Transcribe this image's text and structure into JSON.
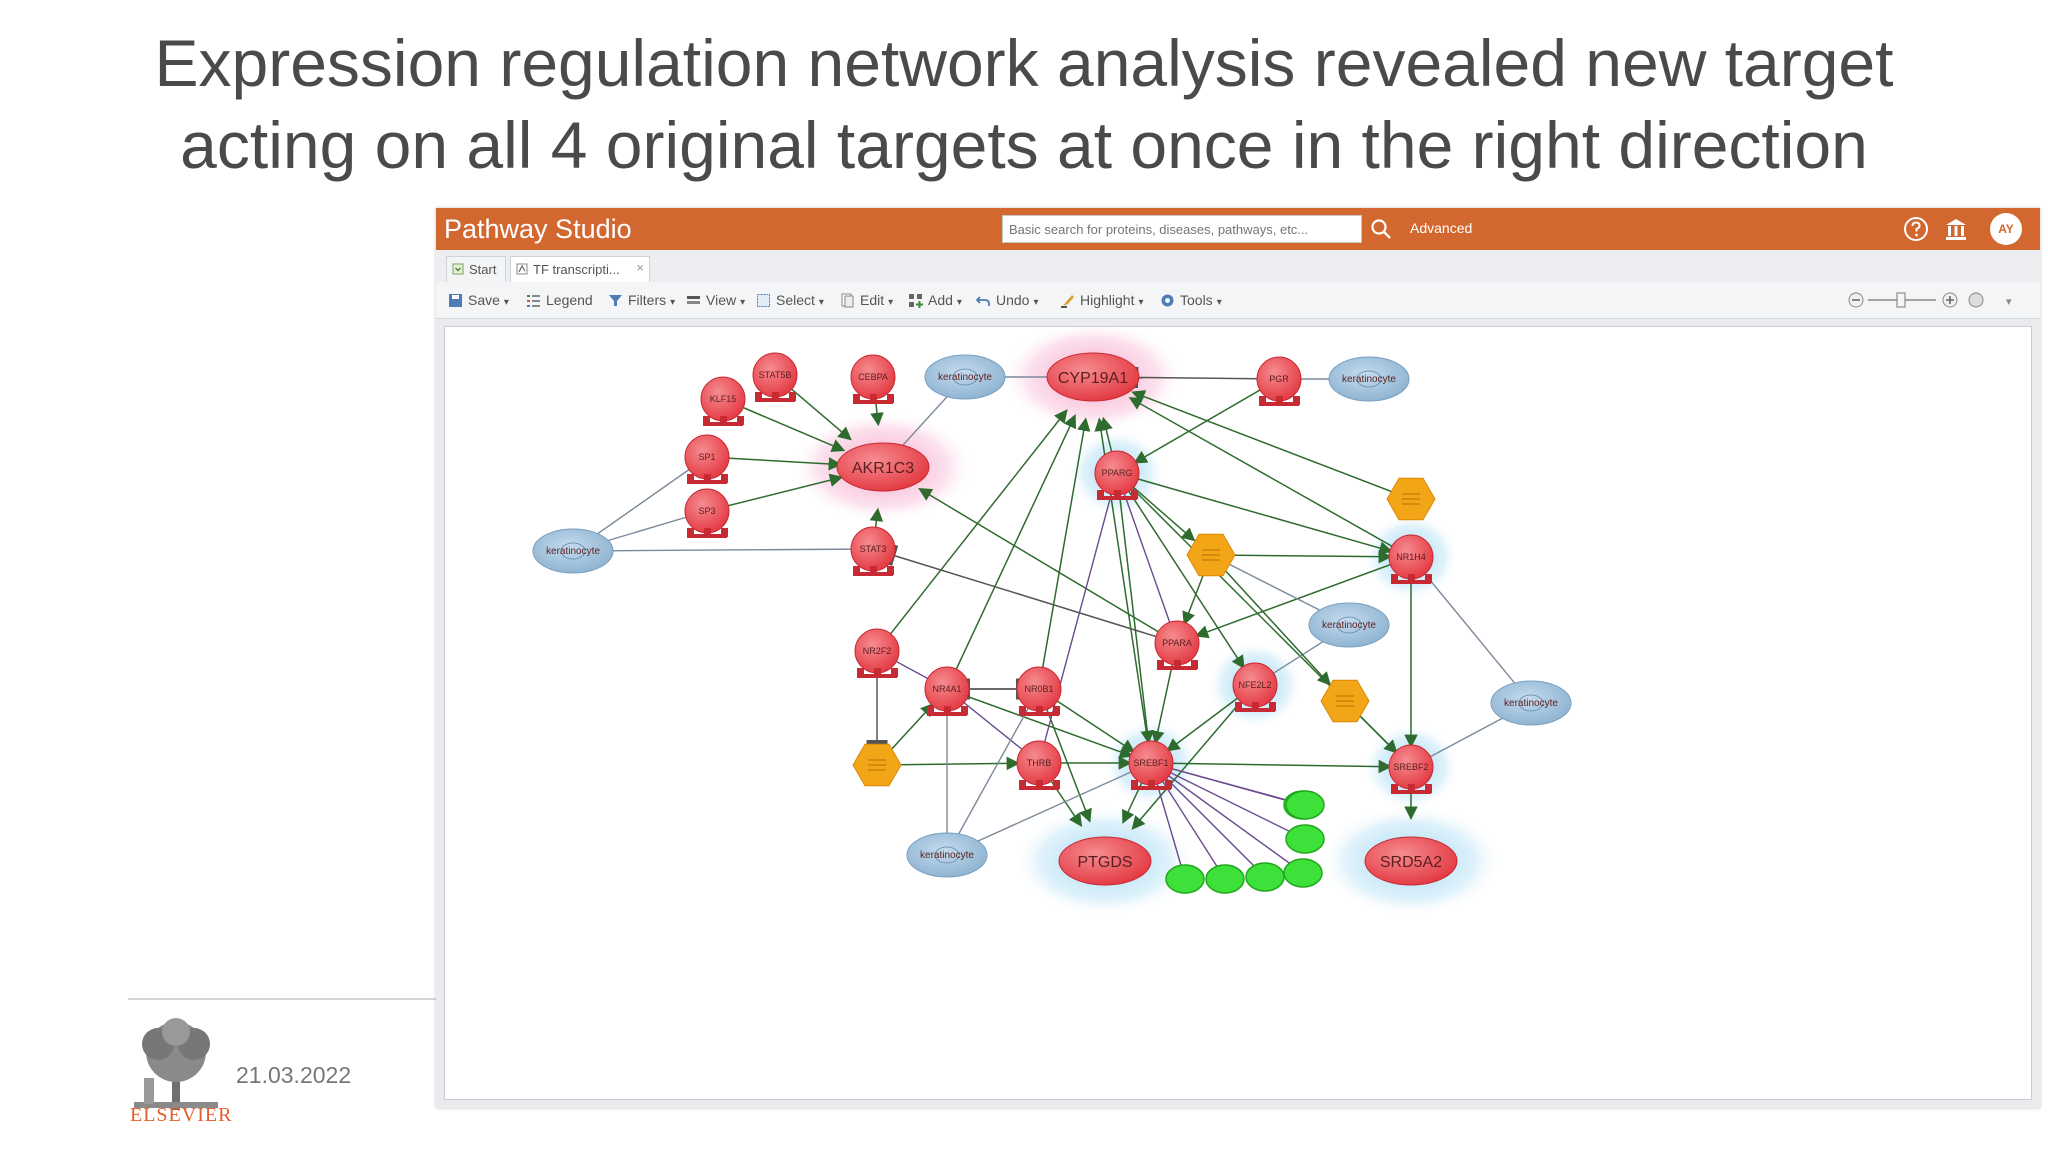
{
  "slide": {
    "title_line1": "Expression regulation network analysis revealed new target",
    "title_line2": "acting on all 4 original targets at once in the right direction",
    "date": "21.03.2022",
    "logo_text": "ELSEVIER"
  },
  "app": {
    "brand": "Pathway Studio",
    "search_placeholder": "Basic search for proteins, diseases, pathways, etc...",
    "advanced_label": "Advanced",
    "avatar_initials": "AY",
    "tabs": [
      {
        "label": "Start",
        "icon": "home-icon"
      },
      {
        "label": "TF transcripti...",
        "icon": "network-icon",
        "close": "×"
      }
    ],
    "toolbar": [
      {
        "label": "Save",
        "icon": "save-icon"
      },
      {
        "label": "Legend",
        "icon": "legend-icon"
      },
      {
        "label": "Filters",
        "icon": "filter-icon"
      },
      {
        "label": "View",
        "icon": "view-icon"
      },
      {
        "label": "Select",
        "icon": "select-icon"
      },
      {
        "label": "Edit",
        "icon": "edit-icon"
      },
      {
        "label": "Add",
        "icon": "add-icon"
      },
      {
        "label": "Undo",
        "icon": "undo-icon"
      },
      {
        "label": "Highlight",
        "icon": "highlight-icon"
      },
      {
        "label": "Tools",
        "icon": "tools-icon"
      }
    ],
    "header_icons": [
      "help-icon",
      "library-icon"
    ]
  },
  "network": {
    "colors": {
      "protein": "#e8474f",
      "protein_stroke": "#c82a33",
      "cell": "#8fb3d1",
      "small": "#f2a516",
      "green": "#3ee03a",
      "edge": "#2e6b2e",
      "edge_purple": "#6b4a8f",
      "edge_gray": "#7b8a9a",
      "glow_pink": "#f5a6c8",
      "glow_blue": "#a9d9f2"
    },
    "nodes": [
      {
        "id": "STAT5B",
        "label": "STAT5B",
        "kind": "protein"
      },
      {
        "id": "KLF15",
        "label": "KLF15",
        "kind": "protein"
      },
      {
        "id": "CEBPA",
        "label": "CEBPA",
        "kind": "protein"
      },
      {
        "id": "SP1",
        "label": "SP1",
        "kind": "protein"
      },
      {
        "id": "SP3",
        "label": "SP3",
        "kind": "protein"
      },
      {
        "id": "AKR1C3",
        "label": "AKR1C3",
        "kind": "target",
        "glow": "pink"
      },
      {
        "id": "STAT3",
        "label": "STAT3",
        "kind": "protein"
      },
      {
        "id": "CYP19A1",
        "label": "CYP19A1",
        "kind": "target",
        "glow": "pink"
      },
      {
        "id": "PGR",
        "label": "PGR",
        "kind": "protein"
      },
      {
        "id": "PPARG",
        "label": "PPARG",
        "kind": "protein",
        "glow": "blue"
      },
      {
        "id": "NR1H4",
        "label": "NR1H4",
        "kind": "protein",
        "glow": "blue"
      },
      {
        "id": "PPARA",
        "label": "PPARA",
        "kind": "protein"
      },
      {
        "id": "NR2F2",
        "label": "NR2F2",
        "kind": "protein"
      },
      {
        "id": "NR4A1",
        "label": "NR4A1",
        "kind": "protein"
      },
      {
        "id": "NR0B1",
        "label": "NR0B1",
        "kind": "protein"
      },
      {
        "id": "NFE2L2",
        "label": "NFE2L2",
        "kind": "protein",
        "glow": "blue"
      },
      {
        "id": "SREBF1",
        "label": "SREBF1",
        "kind": "protein",
        "glow": "blue"
      },
      {
        "id": "SREBF2",
        "label": "SREBF2",
        "kind": "protein",
        "glow": "blue"
      },
      {
        "id": "THRB",
        "label": "THRB",
        "kind": "protein"
      },
      {
        "id": "PTGDS",
        "label": "PTGDS",
        "kind": "target",
        "glow": "blue"
      },
      {
        "id": "SRD5A2",
        "label": "SRD5A2",
        "kind": "target",
        "glow": "blue"
      },
      {
        "id": "KC1",
        "label": "keratinocyte",
        "kind": "cell"
      },
      {
        "id": "KC2",
        "label": "keratinocyte",
        "kind": "cell"
      },
      {
        "id": "KC3",
        "label": "keratinocyte",
        "kind": "cell"
      },
      {
        "id": "KC4",
        "label": "keratinocyte",
        "kind": "cell"
      },
      {
        "id": "KC5",
        "label": "keratinocyte",
        "kind": "cell"
      },
      {
        "id": "KC6",
        "label": "keratinocyte",
        "kind": "cell"
      },
      {
        "id": "SM1",
        "label": "",
        "kind": "small"
      },
      {
        "id": "SM2",
        "label": "",
        "kind": "small"
      },
      {
        "id": "SM3",
        "label": "",
        "kind": "small"
      },
      {
        "id": "SM4",
        "label": "",
        "kind": "small"
      },
      {
        "id": "G1",
        "label": "",
        "kind": "green"
      },
      {
        "id": "G2",
        "label": "",
        "kind": "green"
      },
      {
        "id": "G3",
        "label": "",
        "kind": "green"
      },
      {
        "id": "G4",
        "label": "",
        "kind": "green"
      },
      {
        "id": "G5",
        "label": "",
        "kind": "green"
      },
      {
        "id": "G6",
        "label": "",
        "kind": "green"
      },
      {
        "id": "G7",
        "label": "",
        "kind": "green"
      }
    ],
    "edges": [
      [
        "STAT5B",
        "AKR1C3",
        "act"
      ],
      [
        "KLF15",
        "AKR1C3",
        "act"
      ],
      [
        "CEBPA",
        "AKR1C3",
        "act"
      ],
      [
        "SP1",
        "AKR1C3",
        "act"
      ],
      [
        "SP3",
        "AKR1C3",
        "act"
      ],
      [
        "STAT3",
        "AKR1C3",
        "act"
      ],
      [
        "KC1",
        "SP1",
        "line"
      ],
      [
        "KC1",
        "SP3",
        "line"
      ],
      [
        "KC1",
        "STAT3",
        "line"
      ],
      [
        "KC2",
        "AKR1C3",
        "line"
      ],
      [
        "KC2",
        "CYP19A1",
        "line"
      ],
      [
        "PGR",
        "CYP19A1",
        "inh"
      ],
      [
        "KC3",
        "PGR",
        "line"
      ],
      [
        "PGR",
        "PPARG",
        "act"
      ],
      [
        "PPARG",
        "CYP19A1",
        "act"
      ],
      [
        "NR1H4",
        "CYP19A1",
        "act"
      ],
      [
        "SM1",
        "CYP19A1",
        "act"
      ],
      [
        "NR2F2",
        "CYP19A1",
        "act"
      ],
      [
        "NR4A1",
        "CYP19A1",
        "act"
      ],
      [
        "NR0B1",
        "CYP19A1",
        "act"
      ],
      [
        "SREBF1",
        "CYP19A1",
        "act"
      ],
      [
        "PPARA",
        "AKR1C3",
        "act"
      ],
      [
        "PPARA",
        "STAT3",
        "inh"
      ],
      [
        "PPARG",
        "NR1H4",
        "act"
      ],
      [
        "SM2",
        "NR1H4",
        "act"
      ],
      [
        "PPARG",
        "SM2",
        "act"
      ],
      [
        "PPARG",
        "SREBF1",
        "act"
      ],
      [
        "PPARG",
        "NFE2L2",
        "act"
      ],
      [
        "PPARG",
        "SREBF2",
        "act"
      ],
      [
        "PPARG",
        "PPARA",
        "line"
      ],
      [
        "NR1H4",
        "SREBF2",
        "act"
      ],
      [
        "NR1H4",
        "PPARA",
        "act"
      ],
      [
        "NR1H4",
        "KC6",
        "line"
      ],
      [
        "KC4",
        "SM2",
        "line"
      ],
      [
        "KC4",
        "NFE2L2",
        "line"
      ],
      [
        "SM2",
        "PPARA",
        "act"
      ],
      [
        "SM2",
        "SM3",
        "act"
      ],
      [
        "PPARA",
        "SREBF1",
        "act"
      ],
      [
        "NFE2L2",
        "SREBF1",
        "act"
      ],
      [
        "NFE2L2",
        "PTGDS",
        "act"
      ],
      [
        "SM3",
        "SREBF2",
        "act"
      ],
      [
        "KC6",
        "SREBF2",
        "line"
      ],
      [
        "SREBF2",
        "SRD5A2",
        "act"
      ],
      [
        "SREBF1",
        "SREBF2",
        "act"
      ],
      [
        "SREBF1",
        "PTGDS",
        "act"
      ],
      [
        "NR2F2",
        "NR4A1",
        "line"
      ],
      [
        "NR2F2",
        "SM4",
        "inh"
      ],
      [
        "SM4",
        "NR4A1",
        "act"
      ],
      [
        "SM4",
        "THRB",
        "act"
      ],
      [
        "NR4A1",
        "NR0B1",
        "inh"
      ],
      [
        "NR0B1",
        "NR4A1",
        "inh"
      ],
      [
        "NR4A1",
        "SREBF1",
        "act"
      ],
      [
        "NR0B1",
        "SREBF1",
        "act"
      ],
      [
        "NR4A1",
        "THRB",
        "line"
      ],
      [
        "THRB",
        "SREBF1",
        "act"
      ],
      [
        "THRB",
        "PTGDS",
        "act"
      ],
      [
        "NR0B1",
        "PTGDS",
        "act"
      ],
      [
        "KC5",
        "NR4A1",
        "line"
      ],
      [
        "KC5",
        "SREBF1",
        "line"
      ],
      [
        "KC5",
        "NR0B1",
        "line"
      ],
      [
        "SREBF1",
        "G1",
        "line"
      ],
      [
        "SREBF1",
        "G2",
        "line"
      ],
      [
        "SREBF1",
        "G3",
        "line"
      ],
      [
        "SREBF1",
        "G4",
        "line"
      ],
      [
        "SREBF1",
        "G5",
        "line"
      ],
      [
        "SREBF1",
        "G6",
        "line"
      ],
      [
        "SREBF1",
        "G7",
        "line"
      ],
      [
        "PPARG",
        "THRB",
        "line"
      ]
    ]
  }
}
